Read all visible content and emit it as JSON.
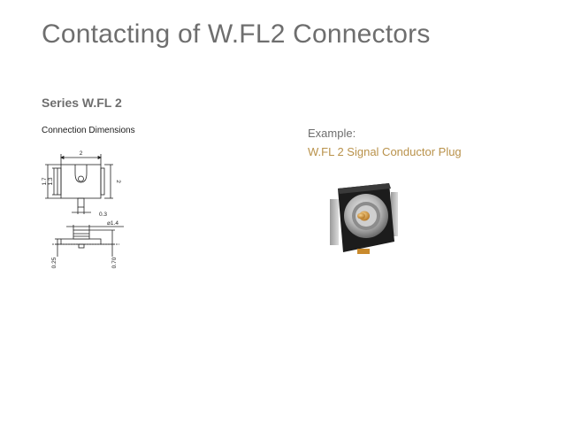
{
  "page": {
    "title": "Contacting of W.FL2 Connectors",
    "series": "Series W.FL 2",
    "drawing_caption": "Connection Dimensions"
  },
  "drawing": {
    "dim_width_top": "2",
    "dim_height_outer": "1.7",
    "dim_height_inner": "1.3",
    "dim_height_right": "2",
    "dim_pin": "0.3",
    "dim_diameter": "⌀1.4",
    "dim_side_left": "0.25",
    "dim_side_right": "0.70"
  },
  "example": {
    "label": "Example:",
    "product": "W.FL 2 Signal Conductor Plug"
  },
  "colors": {
    "heading": "#6e6e6e",
    "accent": "#b9924b",
    "pin_gold": "#c98a2c"
  }
}
